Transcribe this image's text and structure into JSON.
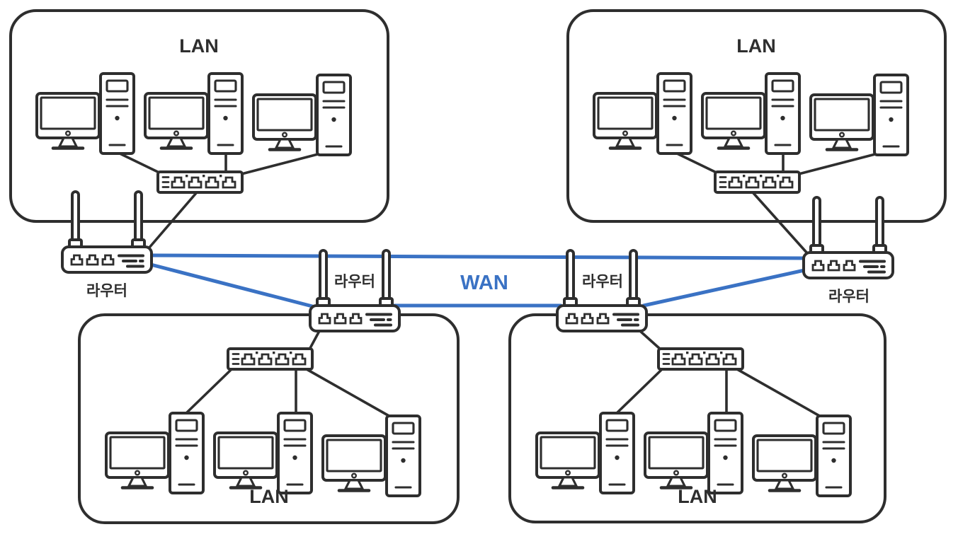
{
  "colors": {
    "line": "#2e2e2e",
    "wan_blue": "#3a72c4",
    "background": "#ffffff"
  },
  "wan": {
    "label": "WAN"
  },
  "lans": [
    {
      "id": "top-left",
      "label": "LAN",
      "computer_count": 3,
      "switch_count": 1
    },
    {
      "id": "top-right",
      "label": "LAN",
      "computer_count": 3,
      "switch_count": 1
    },
    {
      "id": "bottom-left",
      "label": "LAN",
      "computer_count": 3,
      "switch_count": 1
    },
    {
      "id": "bottom-right",
      "label": "LAN",
      "computer_count": 3,
      "switch_count": 1
    }
  ],
  "routers": [
    {
      "id": "left",
      "label": "라우터"
    },
    {
      "id": "middle-left",
      "label": "라우터"
    },
    {
      "id": "middle-right",
      "label": "라우터"
    },
    {
      "id": "right",
      "label": "라우터"
    }
  ],
  "wan_links": [
    "router-left - router-right",
    "router-left - router-middle-left",
    "router-middle-left - router-middle-right",
    "router-middle-right - router-right"
  ]
}
